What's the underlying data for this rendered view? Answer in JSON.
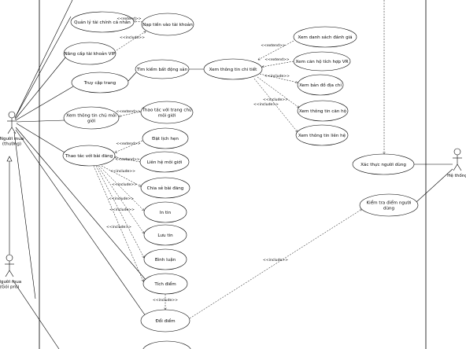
{
  "actors": [
    {
      "id": "buyer",
      "lines": [
        "Người mua",
        "(thường)"
      ]
    },
    {
      "id": "vip",
      "lines": [
        "Người mua",
        "(Gói pro)"
      ]
    },
    {
      "id": "system",
      "lines": [
        "Hệ thống"
      ]
    }
  ],
  "use_cases": [
    {
      "id": "uc_finance",
      "lines": [
        "Quản lý tài chính cá nhân"
      ]
    },
    {
      "id": "uc_topup",
      "lines": [
        "Nạp tiền vào tài khoản"
      ]
    },
    {
      "id": "uc_vip",
      "lines": [
        "Nâng cấp tài khoản VIP"
      ]
    },
    {
      "id": "uc_access",
      "lines": [
        "Truy cập trang"
      ]
    },
    {
      "id": "uc_search",
      "lines": [
        "Tìm kiếm bất động sản"
      ]
    },
    {
      "id": "uc_detail",
      "lines": [
        "Xem thông tin chi tiết"
      ]
    },
    {
      "id": "uc_review",
      "lines": [
        "Xem danh sách đánh giá"
      ]
    },
    {
      "id": "uc_vr",
      "lines": [
        "Xem căn hộ tích hợp VR"
      ]
    },
    {
      "id": "uc_map",
      "lines": [
        "Xem bản đồ địa chỉ"
      ]
    },
    {
      "id": "uc_apt",
      "lines": [
        "Xem thông tin căn hộ"
      ]
    },
    {
      "id": "uc_contact",
      "lines": [
        "Xem thông tin liên hệ"
      ]
    },
    {
      "id": "uc_broker",
      "lines": [
        "Xem thông tin chủ môi",
        "giới"
      ]
    },
    {
      "id": "uc_broker_act",
      "lines": [
        "Thao tác với trang chủ",
        "môi giới"
      ]
    },
    {
      "id": "uc_post",
      "lines": [
        "Thao tác với bài đăng"
      ]
    },
    {
      "id": "uc_appt",
      "lines": [
        "Đặt lịch hẹn"
      ]
    },
    {
      "id": "uc_callbroker",
      "lines": [
        "Liên hệ môi giới"
      ]
    },
    {
      "id": "uc_share",
      "lines": [
        "Chia sẻ bài đăng"
      ]
    },
    {
      "id": "uc_print",
      "lines": [
        "In tin"
      ]
    },
    {
      "id": "uc_save",
      "lines": [
        "Lưu tin"
      ]
    },
    {
      "id": "uc_comment",
      "lines": [
        "Bình luận"
      ]
    },
    {
      "id": "uc_points",
      "lines": [
        "Tích điểm"
      ]
    },
    {
      "id": "uc_redeem",
      "lines": [
        "Đổi điểm"
      ]
    },
    {
      "id": "uc_auth",
      "lines": [
        "Xác thực người dùng"
      ]
    },
    {
      "id": "uc_check",
      "lines": [
        "Kiểm tra điểm người",
        "dùng"
      ]
    }
  ],
  "stereotypes": {
    "extend": "<<extend>>",
    "include": "<<include>>"
  }
}
